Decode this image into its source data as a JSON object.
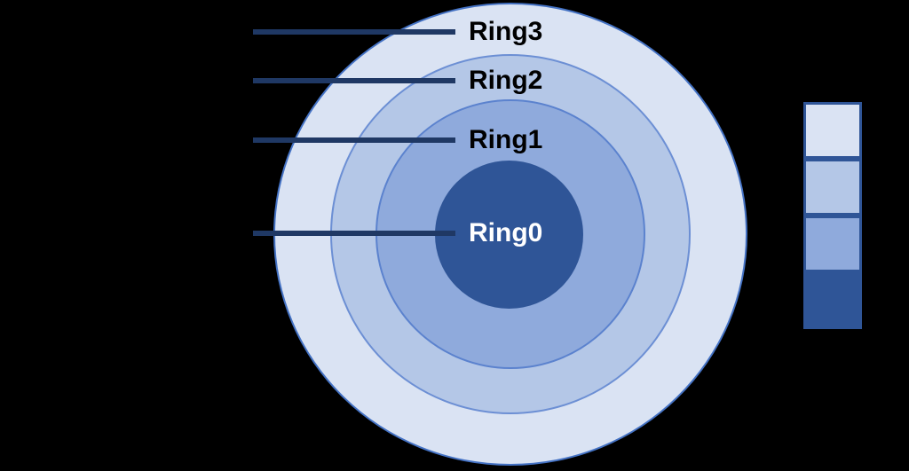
{
  "background_color": "#000000",
  "rings": [
    {
      "label": "Ring3",
      "fill": "#DAE3F3",
      "label_color": "#000000"
    },
    {
      "label": "Ring2",
      "fill": "#B4C7E7",
      "label_color": "#000000"
    },
    {
      "label": "Ring1",
      "fill": "#8FAADC",
      "label_color": "#000000"
    },
    {
      "label": "Ring0",
      "fill": "#2F5597",
      "label_color": "#FFFFFF"
    }
  ],
  "leader_lines": {
    "color": "#1F3864",
    "count": 4
  },
  "circle_border_color": "#4472C4",
  "legend": {
    "border_color": "#2F5597",
    "swatches": [
      {
        "fill": "#DAE3F3"
      },
      {
        "fill": "#B4C7E7"
      },
      {
        "fill": "#8FAADC"
      },
      {
        "fill": "#2F5597"
      }
    ]
  }
}
